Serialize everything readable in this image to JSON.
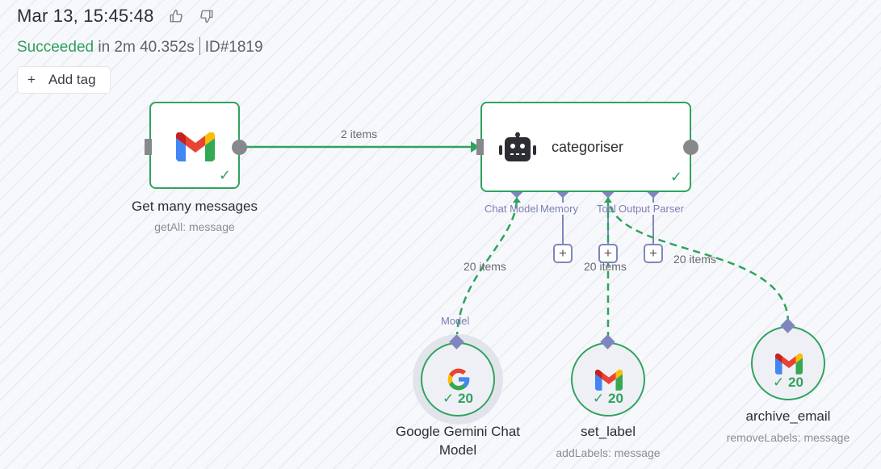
{
  "header": {
    "title": "Mar 13, 15:45:48",
    "status": "Succeeded",
    "duration": " in 2m 40.352s",
    "execution_id": "ID#1819",
    "thumbs_up_icon": "thumbs-up-icon",
    "thumbs_down_icon": "thumbs-down-icon",
    "add_tag_label": "Add tag",
    "add_tag_icon": "+"
  },
  "colors": {
    "success": "#2fa35f",
    "port": "#8086bd",
    "connector_gray": "#87888c"
  },
  "nodes": {
    "get_messages": {
      "name": "Get many messages",
      "subtitle": "getAll: message",
      "icon": "gmail-icon",
      "status": "success"
    },
    "categoriser": {
      "name": "categoriser",
      "icon": "robot-icon",
      "status": "success",
      "ports": [
        "Chat Model",
        "Memory",
        "Tool",
        "Output Parser"
      ]
    },
    "gemini": {
      "name_line1": "Google Gemini Chat",
      "name_line2": "Model",
      "icon": "google-icon",
      "count": "20",
      "port_label": "Model"
    },
    "set_label": {
      "name": "set_label",
      "subtitle": "addLabels: message",
      "icon": "gmail-icon",
      "count": "20"
    },
    "archive_email": {
      "name": "archive_email",
      "subtitle": "removeLabels: message",
      "icon": "gmail-icon",
      "count": "20"
    }
  },
  "edges": {
    "main": "2 items",
    "model": "20 items",
    "tool_set_label": "20 items",
    "tool_archive": "20 items"
  },
  "check_mark": "✓",
  "plus_symbol": "+"
}
